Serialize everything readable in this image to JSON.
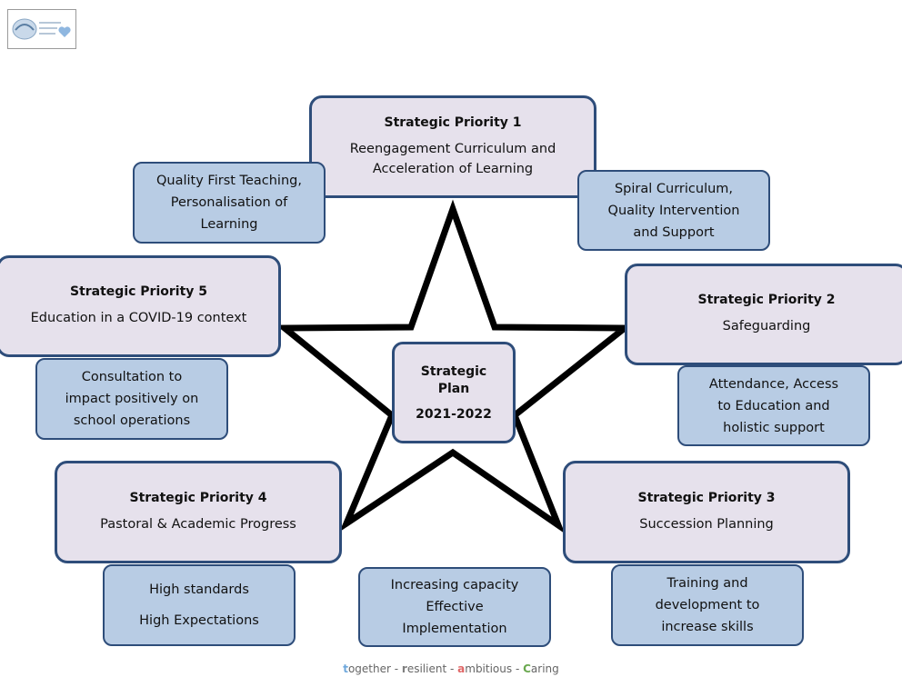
{
  "center": {
    "line1": "Strategic",
    "line2": "Plan",
    "line3": "2021-2022"
  },
  "priorities": {
    "p1": {
      "title": "Strategic Priority 1",
      "line1": "Reengagement Curriculum and",
      "line2": "Acceleration of Learning"
    },
    "p2": {
      "title": "Strategic Priority 2",
      "line1": "Safeguarding"
    },
    "p3": {
      "title": "Strategic Priority 3",
      "line1": "Succession Planning"
    },
    "p4": {
      "title": "Strategic Priority 4",
      "line1": "Pastoral & Academic Progress"
    },
    "p5": {
      "title": "Strategic Priority 5",
      "line1": "Education in a COVID-19 context"
    }
  },
  "subs": {
    "quality_teaching": [
      "Quality First Teaching,",
      "Personalisation of",
      "Learning"
    ],
    "spiral": [
      "Spiral Curriculum,",
      "Quality Intervention",
      "and Support"
    ],
    "consultation": [
      "Consultation to",
      "impact positively on",
      "school operations"
    ],
    "attendance": [
      "Attendance, Access",
      "to Education and",
      "holistic support"
    ],
    "standards": [
      "High standards",
      "High Expectations"
    ],
    "capacity": [
      "Increasing capacity",
      "Effective",
      "Implementation"
    ],
    "training": [
      "Training and",
      "development to",
      "increase skills"
    ]
  },
  "footer": {
    "t_letter": "t",
    "t_rest": "ogether",
    "sep1": " - ",
    "r_letter": "r",
    "r_rest": "esilient",
    "sep2": " - ",
    "a_letter": "a",
    "a_rest": "mbitious",
    "sep3": " - ",
    "c_letter": "C",
    "c_rest": "aring"
  },
  "colors": {
    "priority_fill": "#e6e1ec",
    "sub_fill": "#b8cce4",
    "border": "#2e4d7a",
    "t_accent": "#6fa8dc",
    "r_accent": "#7f7f7f",
    "a_accent": "#e06666",
    "c_accent": "#6aa84f"
  },
  "icons": {
    "logo": "school-logo-heart-icon"
  }
}
